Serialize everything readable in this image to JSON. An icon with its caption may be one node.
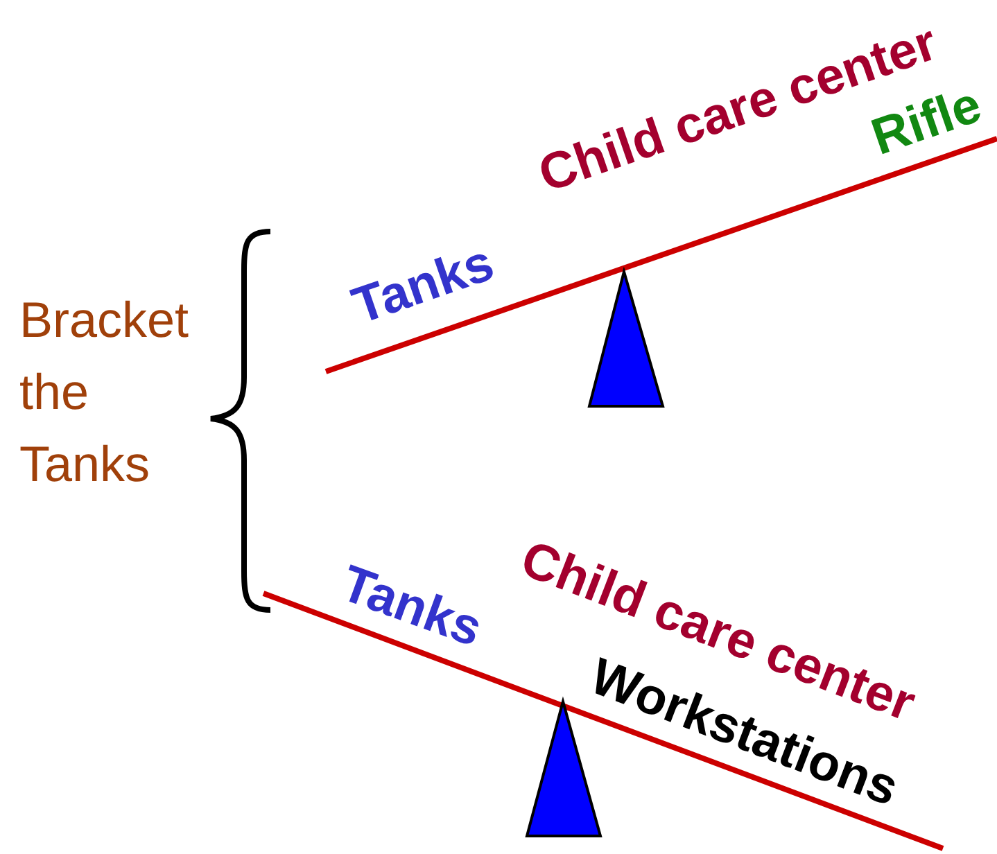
{
  "diagram": {
    "labels": [
      "Child care center",
      "Rifle",
      "Bracket the Tanks",
      "Tanks",
      "Child care center",
      "Tanks",
      "Workstations"
    ]
  }
}
